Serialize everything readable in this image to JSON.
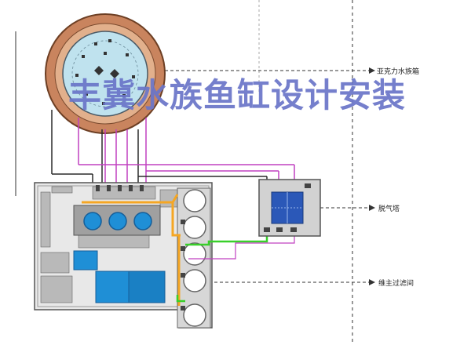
{
  "watermark": {
    "text": "丰冀水族鱼缸设计安装"
  },
  "labels": {
    "acrylic_tank": "亚克力水族箱",
    "degassing_tower": "脱气塔",
    "main_filter_room": "维主过滤间"
  },
  "colors": {
    "tank_rim": "#c9845e",
    "tank_water": "#bfe2ee",
    "water_blue": "#1f8fd6",
    "pipe_magenta": "#c040c0",
    "pipe_orange": "#f5a623",
    "pipe_green": "#39d02a",
    "pipe_dark": "#2a2a2a",
    "wall_gray": "#8a8a8a",
    "watermark": "#6b76c9"
  }
}
